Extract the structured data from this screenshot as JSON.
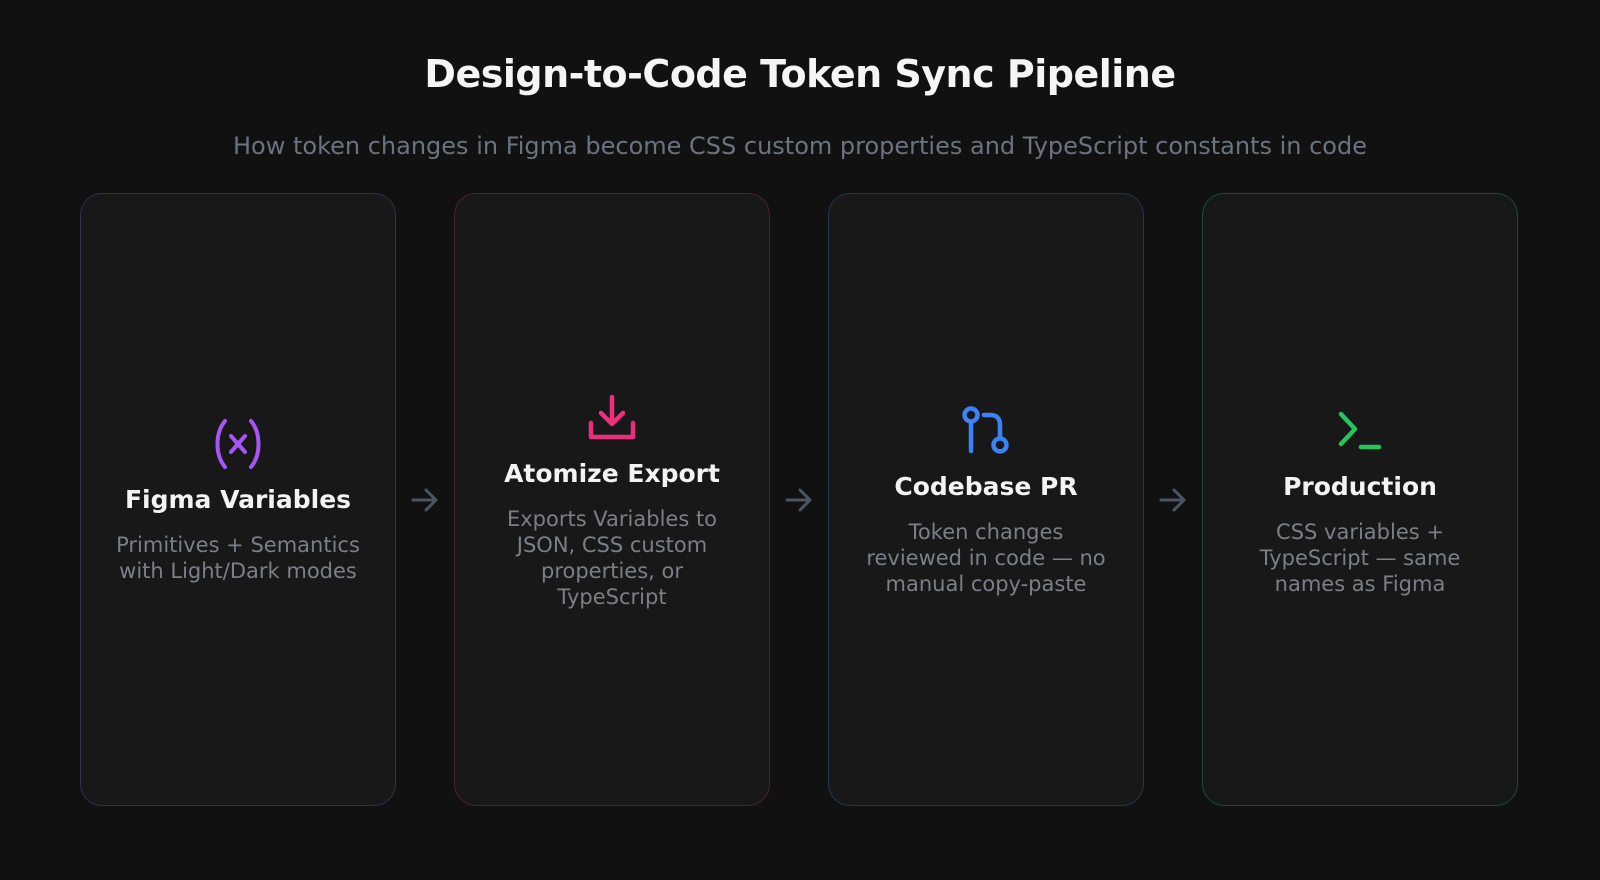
{
  "header": {
    "title": "Design-to-Code Token Sync Pipeline",
    "subtitle": "How token changes in Figma become CSS custom properties and TypeScript constants in code"
  },
  "steps": [
    {
      "title": "Figma Variables",
      "description": "Primitives + Semantics with Light/Dark modes",
      "icon": "variable-icon",
      "accent": "#a855f7",
      "border": "#3b2a52"
    },
    {
      "title": "Atomize Export",
      "description": "Exports Variables to JSON, CSS custom properties, or TypeScript",
      "icon": "download-icon",
      "accent": "#ec2f7c",
      "border": "#4e2030"
    },
    {
      "title": "Codebase PR",
      "description": "Token changes reviewed in code — no manual copy-paste",
      "icon": "git-pull-request-icon",
      "accent": "#3b82f6",
      "border": "#243552"
    },
    {
      "title": "Production",
      "description": "CSS variables + TypeScript — same names as Figma",
      "icon": "terminal-icon",
      "accent": "#22c55e",
      "border": "#1f4a2e"
    }
  ],
  "arrow_color": "#4b5563"
}
